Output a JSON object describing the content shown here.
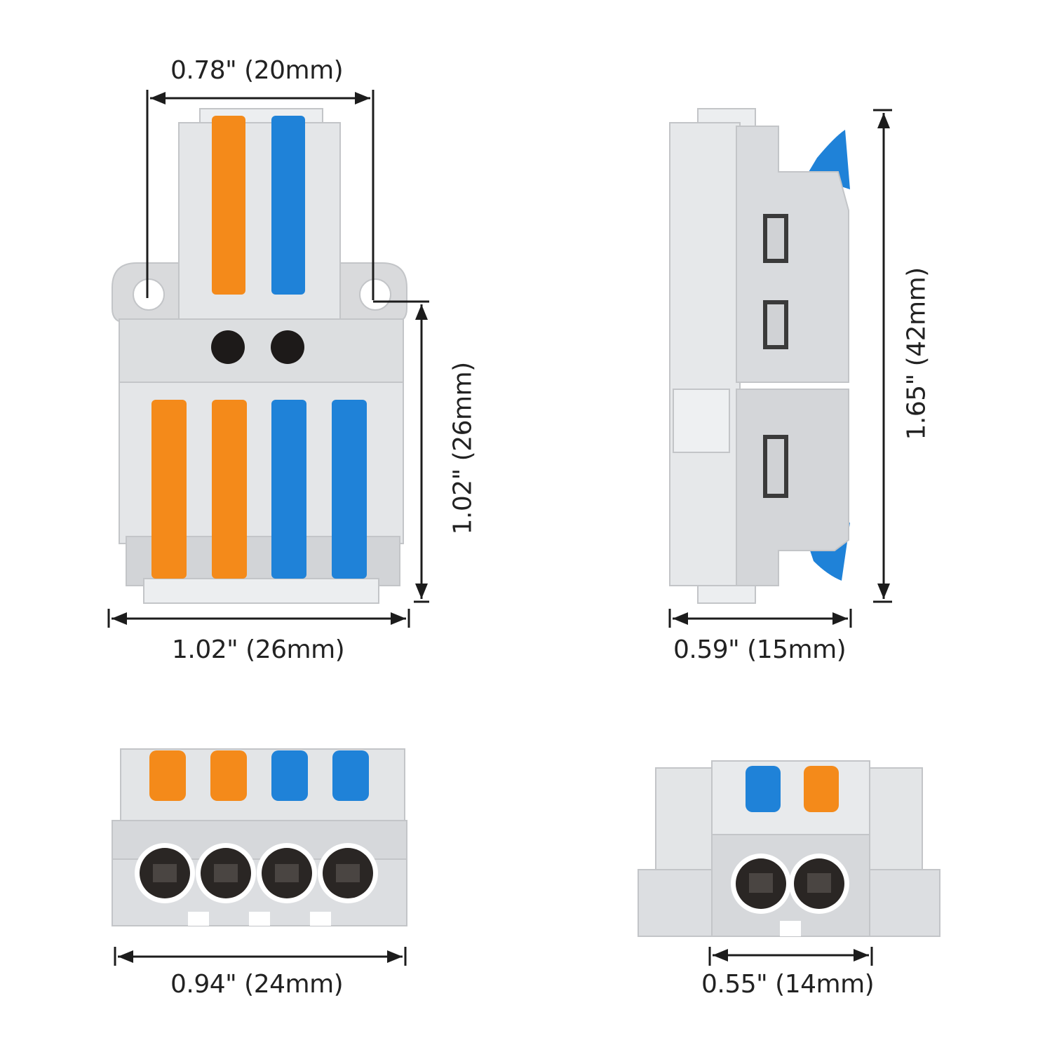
{
  "colors": {
    "body_gray": "#d9dadc",
    "shade_gray": "#c3c5c8",
    "light_gray": "#eceef0",
    "orange": "#f48a1a",
    "blue": "#1f82d8",
    "hole_dark": "#2a2624",
    "line": "#1c1c1c"
  },
  "views": {
    "front": {
      "top_width": "0.78\" (20mm)",
      "height": "1.02\" (26mm)",
      "bottom_width": "1.02\" (26mm)"
    },
    "side": {
      "height": "1.65\" (42mm)",
      "depth": "0.59\" (15mm)"
    },
    "output_end": {
      "width": "0.94\" (24mm)"
    },
    "input_end": {
      "width": "0.55\" (14mm)"
    }
  }
}
